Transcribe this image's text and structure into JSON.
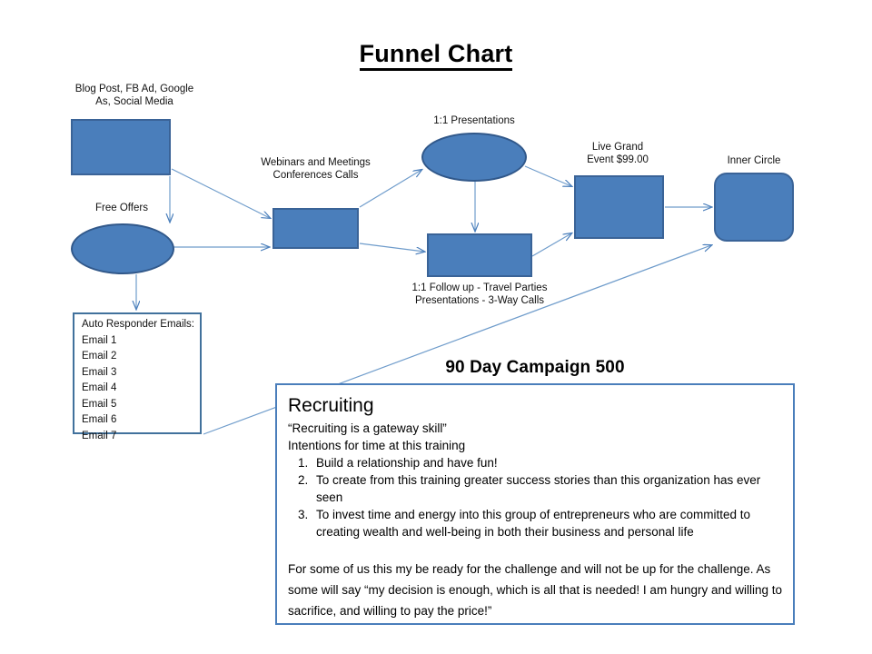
{
  "page": {
    "title": "Funnel Chart",
    "accent_fill": "#4a7ebb",
    "accent_border": "#3a6397",
    "box_border": "#41719c",
    "arrow_color": "#4a7ebb",
    "background": "#ffffff"
  },
  "nodes": {
    "traffic": {
      "label": "Blog Post,  FB Ad, Google\nAs, Social  Media",
      "shape": "rectangle"
    },
    "free_offers": {
      "label": "Free Offers",
      "shape": "ellipse"
    },
    "webinars": {
      "label": "Webinars  and Meetings\nConferences  Calls",
      "shape": "rectangle"
    },
    "presentations": {
      "label": "1:1 Presentations",
      "shape": "ellipse"
    },
    "followup": {
      "label": "1:1 Follow up -  Travel Parties\nPresentations  -  3-Way  Calls",
      "shape": "rectangle"
    },
    "live_event": {
      "label": "Live Grand\nEvent $99.00",
      "shape": "rectangle"
    },
    "inner_circle": {
      "label": "Inner Circle",
      "shape": "rounded-rectangle"
    }
  },
  "auto_responder": {
    "heading": "Auto Responder Emails:",
    "emails": [
      "Email 1",
      "Email 2",
      "Email 3",
      "Email 4",
      "Email 5",
      "Email 6",
      "Email 7"
    ]
  },
  "campaign": {
    "heading": "90 Day Campaign 500"
  },
  "recruiting": {
    "title": "Recruiting",
    "quote": "“Recruiting is a gateway skill”",
    "subtitle": "Intentions for time at this training",
    "items": [
      "Build a relationship and have fun!",
      "To create from  this training greater success stories than this organization has ever seen",
      "To invest time and energy into this group of entrepreneurs  who  are committed to creating wealth  and well-being in both  their  business and personal life"
    ],
    "paragraph": "For some of us this my be ready for the  challenge and will not  be up  for the challenge.  As some will say “my decision is enough,  which  is all that is needed! I am hungry  and willing to sacrifice, and willing to pay the  price!”"
  }
}
